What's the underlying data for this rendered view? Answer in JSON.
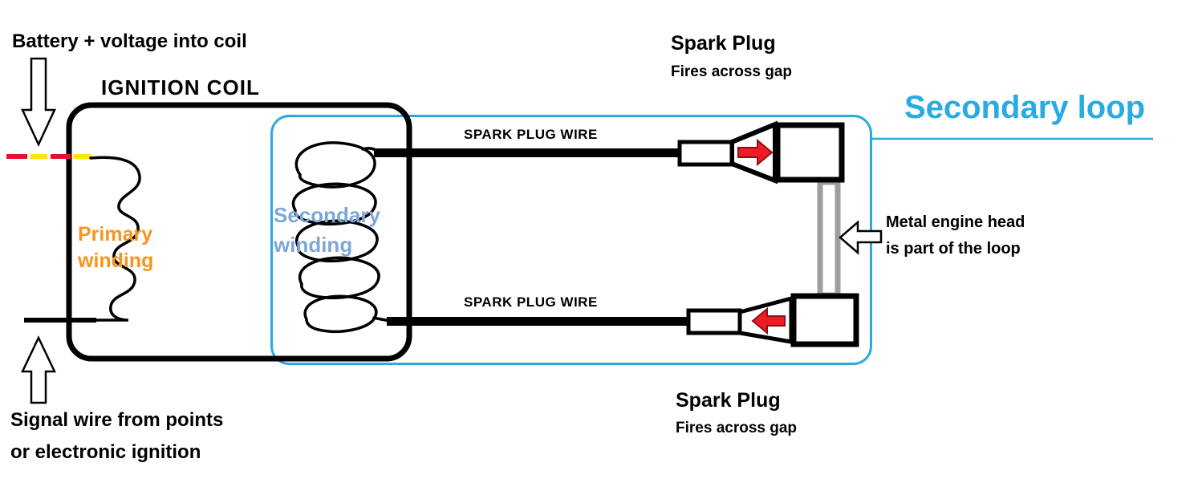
{
  "labels": {
    "battery": "Battery + voltage into coil",
    "ignition_coil": "IGNITION COIL",
    "primary_winding": "Primary winding",
    "secondary_winding": "Secondary winding",
    "spark_plug_wire_top": "SPARK PLUG WIRE",
    "spark_plug_wire_bottom": "SPARK PLUG WIRE",
    "spark_plug_top": {
      "title": "Spark Plug",
      "subtitle": "Fires across gap"
    },
    "spark_plug_bottom": {
      "title": "Spark Plug",
      "subtitle": "Fires across gap"
    },
    "secondary_loop": "Secondary loop",
    "engine_head": {
      "line1": "Metal engine head",
      "line2": "is part of the loop"
    },
    "signal_wire": {
      "line1": "Signal wire from points",
      "line2": "or electronic ignition"
    }
  },
  "colors": {
    "secondary_loop_blue": "#29abe2",
    "secondary_winding_blue": "#7da7d9",
    "primary_winding_orange": "#f7941d",
    "current_arrow_red": "#ed1c24",
    "engine_head_gray": "#9e9e9e",
    "battery_wire_red": "#e8112d",
    "battery_wire_yellow": "#ffe600",
    "wire_black": "#000000"
  },
  "icons": {
    "battery_voltage_arrow": "down-arrow",
    "signal_wire_arrow": "up-arrow",
    "engine_head_pointer": "left-arrow",
    "top_plug_current": "red-right-arrow",
    "bottom_plug_current": "red-left-arrow"
  }
}
